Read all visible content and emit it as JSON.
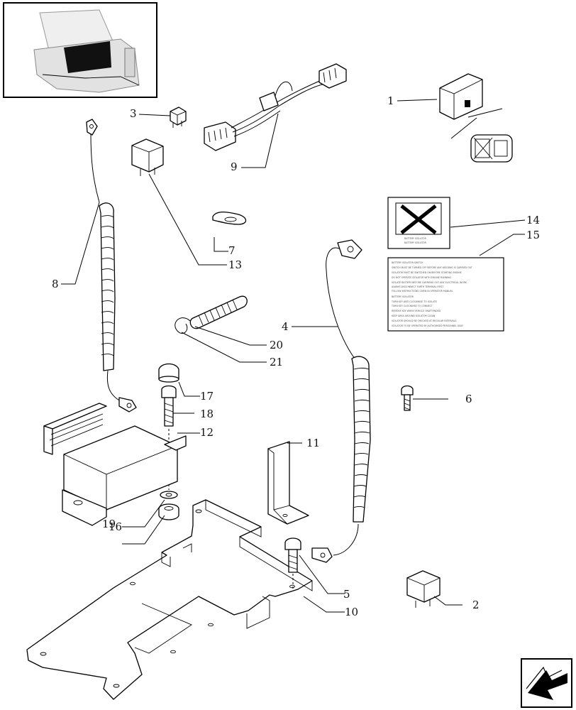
{
  "callouts": [
    "1",
    "2",
    "3",
    "4",
    "5",
    "6",
    "7",
    "8",
    "9",
    "10",
    "11",
    "12",
    "13",
    "14",
    "15",
    "16",
    "17",
    "18",
    "19",
    "20",
    "21"
  ],
  "label_15": {
    "lines": [
      "BATTERY ISOLATOR SWITCH",
      "SWITCH MUST BE TURNED OFF BEFORE ANY WELDING IS CARRIED OUT",
      "ISOLATOR MUST BE SWITCHED ON BEFORE STARTING ENGINE",
      "DO NOT OPERATE ISOLATOR WITH ENGINE RUNNING",
      "ISOLATE BATTERY BEFORE CARRYING OUT ANY ELECTRICAL WORK",
      "ALWAYS DISCONNECT EARTH TERMINAL FIRST",
      "FOLLOW INSTRUCTIONS GIVEN IN OPERATOR MANUAL",
      "BATTERY ISOLATOR",
      "TURN KEY ANTI-CLOCKWISE TO ISOLATE",
      "TURN KEY CLOCKWISE TO CONNECT",
      "REMOVE KEY WHEN VEHICLE UNATTENDED",
      "KEEP AREA AROUND ISOLATOR CLEAN",
      "ISOLATOR SHOULD BE CHECKED AT REGULAR INTERVALS",
      "ISOLATOR TO BE OPERATED BY AUTHORISED PERSONNEL ONLY"
    ]
  },
  "label_14": {
    "lines": [
      "BATTERY ISOLATOR",
      "BATTERY ISOLATOR"
    ]
  },
  "icons": {
    "nav": "next-page-arrow-icon"
  }
}
